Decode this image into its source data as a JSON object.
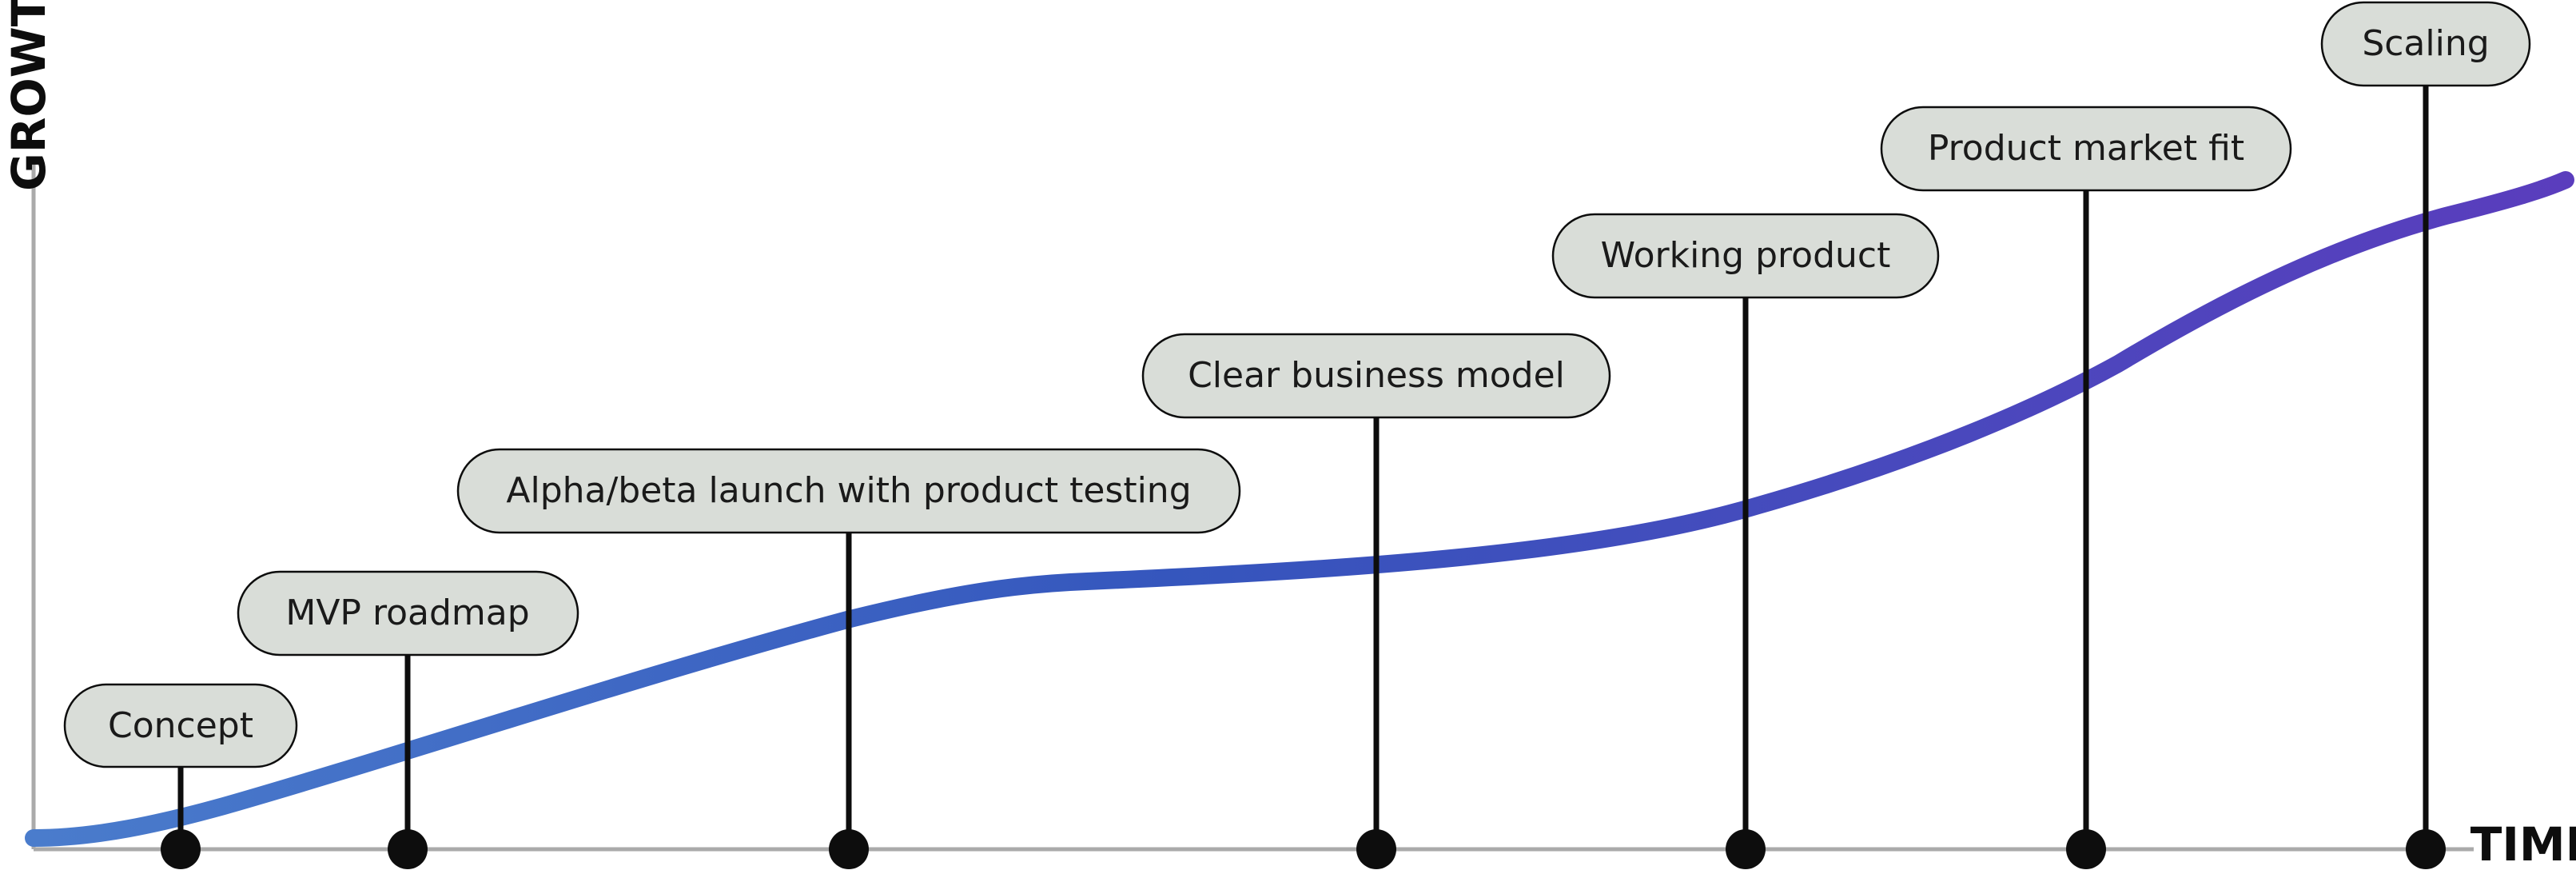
{
  "axes": {
    "y_label": "GROWTH",
    "x_label": "TIME"
  },
  "colors": {
    "curve_start": "#4a7ccc",
    "curve_mid": "#3556bd",
    "curve_end": "#5a3dbd",
    "pill_fill": "#d9ddd8",
    "ink": "#0d0d0d",
    "axis": "#aaaaaa"
  },
  "milestones": [
    {
      "label": "Concept"
    },
    {
      "label": "MVP roadmap"
    },
    {
      "label": "Alpha/beta launch with product testing"
    },
    {
      "label": "Clear business model"
    },
    {
      "label": "Working product"
    },
    {
      "label": "Product market fit"
    },
    {
      "label": "Scaling"
    }
  ]
}
